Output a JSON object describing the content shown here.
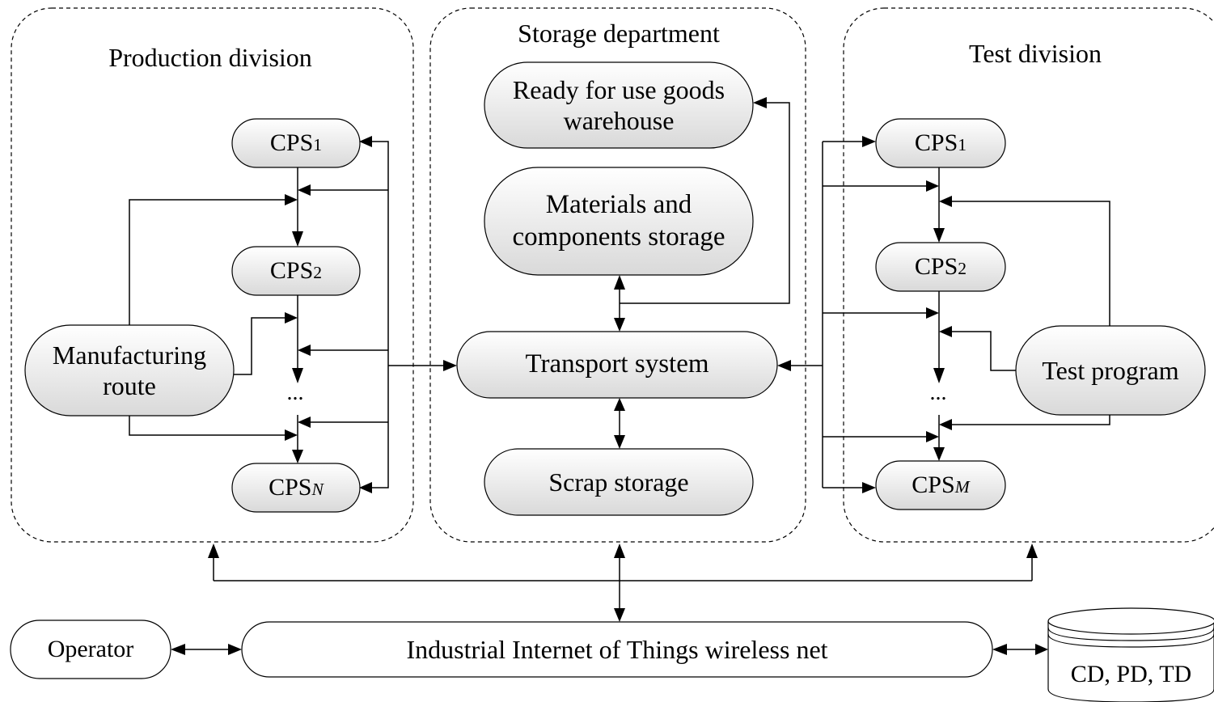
{
  "divisions": {
    "production": "Production division",
    "storage": "Storage department",
    "test": "Test division"
  },
  "production": {
    "cps1_base": "CPS",
    "cps1_sub": "1",
    "cps2_base": "CPS",
    "cps2_sub": "2",
    "dots": "...",
    "cpsn_base": "CPS",
    "cpsn_sub": "N",
    "route_line1": "Manufacturing",
    "route_line2": "route"
  },
  "storage": {
    "ready_line1": "Ready for use goods",
    "ready_line2": "warehouse",
    "materials_line1": "Materials and",
    "materials_line2": "components storage",
    "transport": "Transport system",
    "scrap": "Scrap storage"
  },
  "test": {
    "cps1_base": "CPS",
    "cps1_sub": "1",
    "cps2_base": "CPS",
    "cps2_sub": "2",
    "dots": "...",
    "cpsm_base": "CPS",
    "cpsm_sub": "M",
    "program": "Test program"
  },
  "bottom": {
    "operator": "Operator",
    "network": "Industrial Internet of Things wireless net",
    "database": "CD, PD, TD"
  },
  "colors": {
    "node_fill_top": "#ffffff",
    "node_fill_bottom": "#d9d9d9",
    "stroke": "#000000"
  }
}
